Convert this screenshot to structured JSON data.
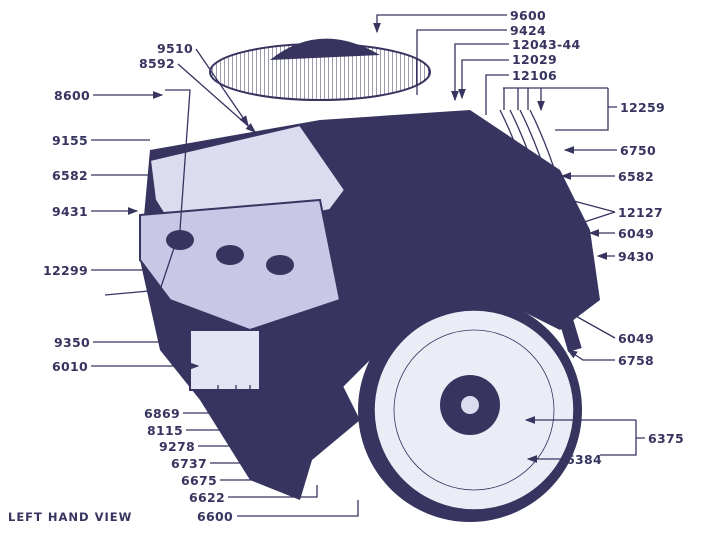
{
  "caption": "LEFT HAND VIEW",
  "colors": {
    "ink": "#37345f",
    "shade": "#dcdcf0",
    "background": "#ffffff"
  },
  "left_labels": [
    "9510",
    "8592",
    "8600",
    "9155",
    "6582",
    "9431",
    "12299",
    "9350",
    "6010",
    "6869",
    "8115",
    "9278",
    "6737",
    "6675",
    "6622",
    "6600"
  ],
  "right_labels": [
    "9600",
    "9424",
    "12043-44",
    "12029",
    "12106",
    "12259",
    "6750",
    "6582",
    "12127",
    "6049",
    "9430",
    "6049",
    "6758",
    "6375",
    "6384"
  ]
}
